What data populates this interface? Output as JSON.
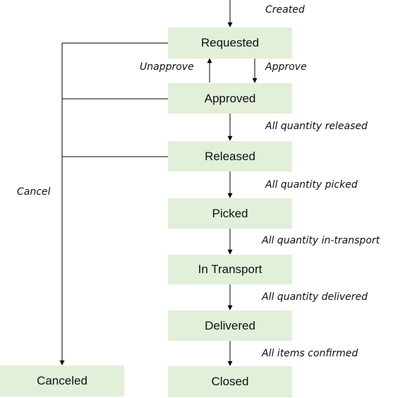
{
  "states": {
    "requested": "Requested",
    "approved": "Approved",
    "released": "Released",
    "picked": "Picked",
    "in_transport": "In Transport",
    "delivered": "Delivered",
    "closed": "Closed",
    "canceled": "Canceled"
  },
  "transitions": {
    "created": "Created",
    "approve": "Approve",
    "unapprove": "Unapprove",
    "all_quantity_released": "All quantity released",
    "all_quantity_picked": "All quantity picked",
    "all_quantity_in_transport": "All quantity in-transport",
    "all_quantity_delivered": "All quantity delivered",
    "all_items_confirmed": "All items confirmed",
    "cancel": "Cancel"
  },
  "colors": {
    "state_fill": "#e2efd9",
    "line": "#000000"
  }
}
